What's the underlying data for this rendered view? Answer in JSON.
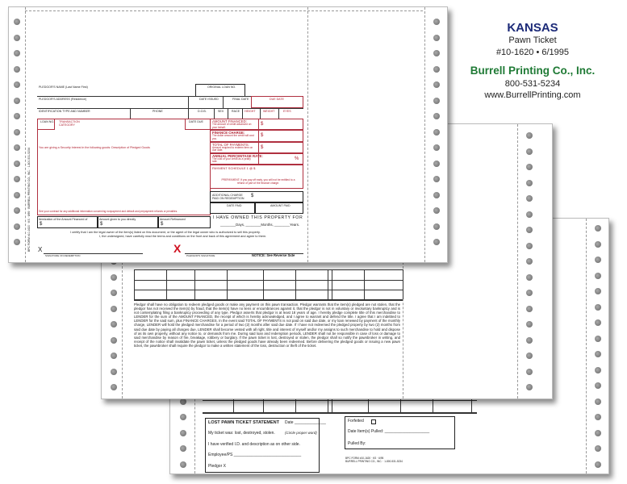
{
  "header": {
    "state": "KANSAS",
    "form_name": "Pawn Ticket",
    "form_number": "#10-1620 • 6/1995",
    "company": "Burrell Printing Co., Inc.",
    "phone": "800-531-5234",
    "website": "www.BurrellPrinting.com",
    "state_color": "#1c2a78",
    "company_color": "#1f7a35"
  },
  "front": {
    "side_text": "BPC FORM #10-1620 · KS · 6/95 · BURRELL PRINTING CO., INC. · 1-800-531-5234",
    "pledgor_name": "PLEDGOR'S NAME (Last Name First)",
    "original_loan_no": "ORIGINAL LOAN NO.",
    "pledgor_address": "PLEDGOR'S ADDRESS (Residence)",
    "date_issued": "DATE ISSUED",
    "final_date": "FINAL DATE",
    "due_date": "DUE DATE",
    "id_type": "IDENTIFICATION TYPE AND NUMBER",
    "phone": "PHONE",
    "dob": "D.O.B.",
    "sex": "SEX",
    "race": "RACE",
    "height": "HEIGHT",
    "weight": "WEIGHT",
    "eyes": "EYES",
    "loan_no": "LOAN NO.",
    "transaction_category": "TRANSACTION CATEGORY",
    "date_due": "DATE DUE",
    "security_text": "You are giving a Security Interest in the following goods: Description of Pledged Goods",
    "tila": [
      {
        "title": "AMOUNT FINANCED:",
        "desc": "The amount of credit advanced on your behalf.",
        "value": "$"
      },
      {
        "title": "FINANCE CHARGE:",
        "desc": "The dollar amount the credit will cost you.",
        "value": "$"
      },
      {
        "title": "TOTAL OF PAYMENTS:",
        "desc": "Amount required to redeem item on due date.",
        "value": "$"
      },
      {
        "title": "ANNUAL PERCENTAGE RATE:",
        "desc": "The cost of your credit as a yearly rate.",
        "value": "%"
      }
    ],
    "payment_schedule": "PAYMENT SCHEDULE 1 @ $",
    "prepayment": "PREPAYMENT: If you pay off early, you will not be entitled to a refund of part of the finance charge.",
    "additional_charge": "ADDITIONAL CHARGE PAID ON REDEMPTION",
    "dollar": "$",
    "date_paid": "DATE PAID",
    "amount_paid": "AMOUNT PAID",
    "contract_note": "See your contract for any additional information concerning nonpayment and default and prepayment refunds or penalties.",
    "itemization": "Itemization of the Amount Financed of",
    "amount_direct": "Amount given to you directly",
    "amount_refinanced": "Amount Refinanced",
    "owned": "I HAVE OWNED THIS PROPERTY FOR",
    "owned_units": "________Days, ________Months, ________Years.",
    "certify_1": "I certify that I am the legal owner of the item(s) listed on this document, or the agent of the legal owner who is authorized to sell this property.",
    "certify_2": "I, the undersigned, have carefully read the terms and conditions on the front and back of this agreement and agree to them.",
    "x_mark": "X",
    "red_x": "X",
    "sig_redemption": "SIGNATURE ON REDEMPTION",
    "pledgor_sig": "PLEDGOR'S SIGNATURE",
    "notice": "NOTICE: See Reverse Side"
  },
  "back": {
    "terms": "Pledgor shall have no obligation to redeem pledged goods or make any payment on this pawn transaction. Pledgor warrants that the item(s) pledged are not stolen, that the pledgor has not received the item(s) by fraud, that the item(s) have no liens or encumbrances against it, that the pledgor is not in voluntary or involuntary bankruptcy and is not contemplating filing a bankruptcy proceeding of any type. Pledgor asserts that pledgor is at least 18 years of age. I hereby pledge complete title of this merchandise to LENDER for the sum of the AMOUNT FINANCED, the receipt of which is hereby acknowledged, and I agree to warrant and defend the title. I agree that I am indebted to LENDER for the said sum, plus FINANCE CHARGES. In the event said TOTAL OF PAYMENTS is not paid on said due date, or my loan renewed by payment of the monthly charge, LENDER will hold the pledged merchandise for a period of two (2) months after said due date. If I have not redeemed the pledged property by two (2) months from said due date by paying all charges due, LENDER shall become vested with all right, title and interest of myself and/or my assigns to such merchandise to hold and dispose of as its own property, without any notice to, or demands from me. During said loan and redemption periods, LENDER shall not be responsible in case of loss or damage to said merchandise by reason of fire, breakage, robbery or burglary. If the pawn ticket is lost, destroyed or stolen, the pledgor shall so notify the pawnbroker in writing, and receipt of the notice shall invalidate the pawn ticket, unless the pledged goods have already been redeemed. Before delivering the pledged goods or issuing a new pawn ticket, the pawnbroker shall require the pledgor to make a written statement of the loss, destruction or theft of the ticket."
  },
  "stub": {
    "lost_title": "LOST PAWN TICKET STATEMENT",
    "date": "Date ______________",
    "ticket_was": "My ticket was:  lost,   destroyed,   stolen.",
    "circle": "(Circle proper word)",
    "verified": "I have verified I.D. and description as on other side.",
    "employee": "Employee/PS ______________________________",
    "pledgor": "Pledgor X",
    "forfeited": "Forfeited",
    "date_pulled": "Date Item(s) Pulled: ____________________",
    "pulled_by": "Pulled By:",
    "footer_1": "BPC FORM #10-1620 · KS · 6/95",
    "footer_2": "BURRELL PRINTING CO., INC. · 1-800-531-5234"
  }
}
